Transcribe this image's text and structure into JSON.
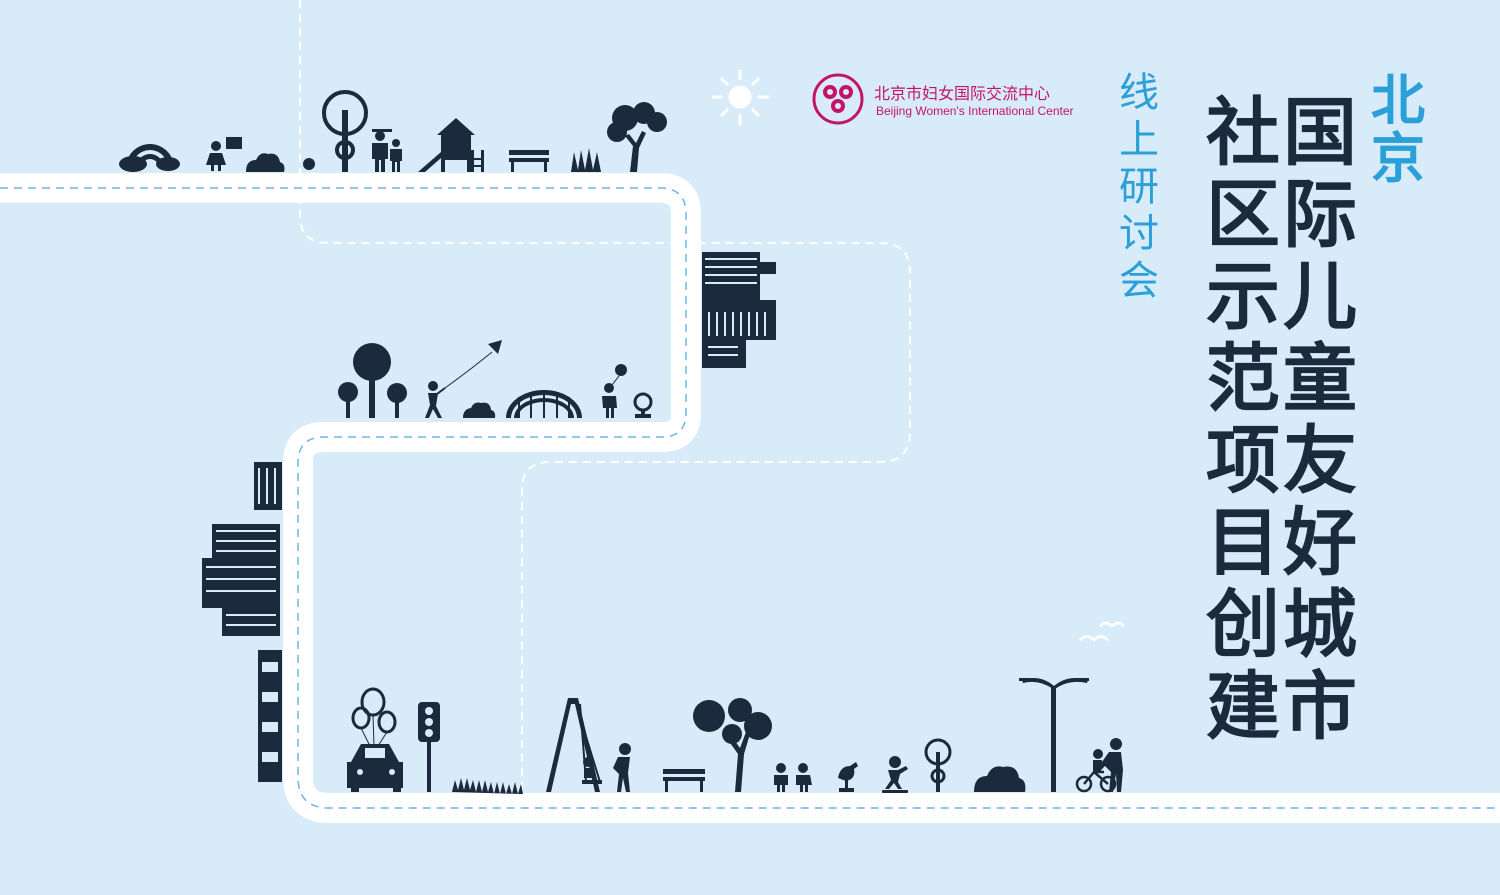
{
  "title": {
    "prefix": [
      "北",
      "京"
    ],
    "col1": [
      "社",
      "区",
      "示",
      "范",
      "项",
      "目",
      "创",
      "建"
    ],
    "col2": [
      "国",
      "际",
      "儿",
      "童",
      "友",
      "好",
      "城",
      "市"
    ]
  },
  "subtitle": [
    "线",
    "上",
    "研",
    "讨",
    "会"
  ],
  "org": {
    "name_cn": "北京市妇女国际交流中心",
    "name_en": "Beijing Women's International Center"
  },
  "colors": {
    "background": "#d7ecf8",
    "ink": "#1b2a3d",
    "accent_blue": "#2a9fd8",
    "brand_magenta": "#c3146a",
    "road": "#ffffff"
  },
  "icons": [
    "sun-icon",
    "rainbow-icon",
    "tree-icon",
    "kite-icon",
    "car-icon",
    "traffic-light-icon",
    "swing-icon",
    "bench-icon",
    "street-lamp-icon",
    "bicycle-icon",
    "birds-icon",
    "building-icon"
  ]
}
